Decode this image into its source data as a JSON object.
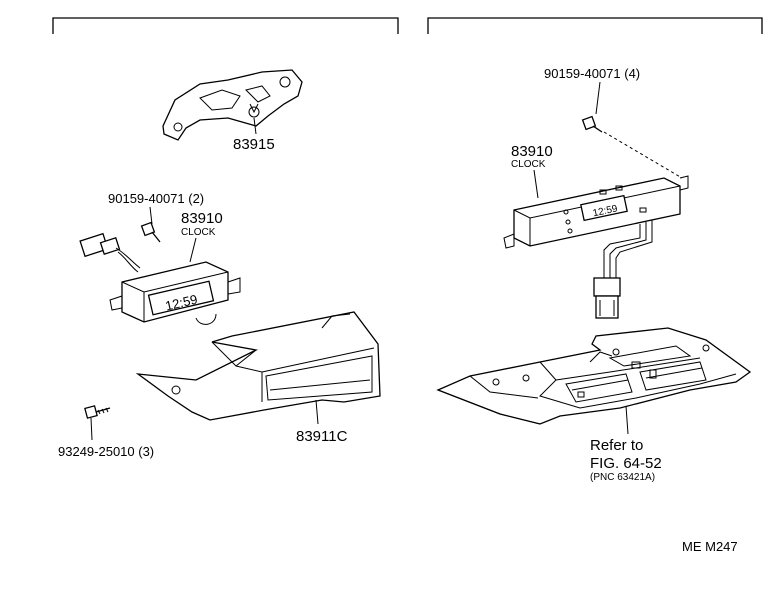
{
  "left_panel": {
    "bracket_part": "83915",
    "screw_top": "90159-40071 (2)",
    "clock_part": "83910",
    "clock_name": "CLOCK",
    "clock_display": "12:59",
    "screw_bottom": "93249-25010 (3)",
    "panel_part": "83911C"
  },
  "right_panel": {
    "screw": "90159-40071 (4)",
    "clock_part": "83910",
    "clock_name": "CLOCK",
    "clock_display": "12:59",
    "refer_line1": "Refer to",
    "refer_line2": "FIG. 64-52",
    "refer_pnc": "(PNC 63421A)"
  },
  "footer": {
    "code": "ME  M247"
  }
}
